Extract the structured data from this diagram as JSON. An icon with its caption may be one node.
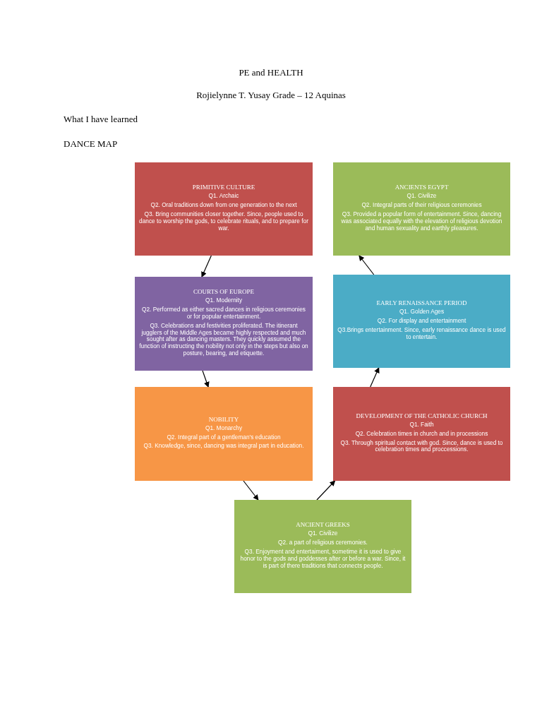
{
  "diagram": {
    "title": "PE and HEALTH",
    "nodes": [
      {
        "text": [
          "PRIMITIVE CULTURE",
          "Q1. Archaic",
          "Q2. Oral traditions down from one generation to the next",
          "Q3. Bring communities closer together. Since, people used to dance to worship the gods, to celebrate rituals, and to prepare for war."
        ]
      },
      {
        "text": [
          "ANCIENTS EGYPT",
          "Q1. Civilize",
          "Q2. Integral parts of their religious ceremonies",
          "Q3. Provided a popular form of entertainment. Since, dancing was associated equally with the elevation of religious devotion and human sexuality and earthly pleasures."
        ]
      },
      {
        "text": [
          "COURTS OF EUROPE",
          "Q1. Modernity",
          "Q2. Performed as either sacred dances in religious ceremonies or for popular entertainment.",
          "Q3. Celebrations and festivities proliferated. The itinerant jugglers of the Middle Ages became highly respected and much sought after as dancing masters. They quickly assumed the function of instructing the nobility not only in the steps but also on posture, bearing, and etiquette."
        ]
      },
      {
        "text": [
          "EARLY RENAISSANCE PERIOD",
          "Q1. Golden Ages",
          "Q2. For display and entertainment",
          "Q3.Brings entertainment. Since, early renaissance dance is used to entertain."
        ]
      },
      {
        "text": [
          "NOBILITY",
          "Q1. Monarchy",
          "Q2. Integral part of a gentleman's education",
          "Q3. Knowledge, since, dancing was integral part in education."
        ]
      },
      {
        "text": [
          "DEVELOPMENT OF THE CATHOLIC CHURCH",
          "Q1. Faith",
          "Q2. Celebration times in church and in processions",
          "Q3. Through spiritual contact with god. Since, dance is used to celebration times and proccessions."
        ]
      },
      {
        "text": [
          "ANCIENT GREEKS",
          "Q1. Civilize",
          "Q2. a part of religious ceremonies.",
          "Q3. Enjoyment and entertaiment, sometime it is used to give honor to the gods and goddesses after or before a war. Since, it is part of there traditions that connects people."
        ]
      }
    ],
    "edges": [
      {
        "from": 0,
        "to": 2,
        "arrow": "to"
      },
      {
        "from": 2,
        "to": 4,
        "arrow": "to"
      },
      {
        "from": 4,
        "to": 6,
        "arrow": "to"
      },
      {
        "from": 6,
        "to": 5,
        "arrow": "to"
      },
      {
        "from": 5,
        "to": 3,
        "arrow": "to"
      },
      {
        "from": 3,
        "to": 1,
        "arrow": "to"
      }
    ],
    "labels": [
      "Rojielynne T. Yusay Grade – 12 Aquinas",
      "What I have learned",
      "DANCE MAP"
    ]
  }
}
